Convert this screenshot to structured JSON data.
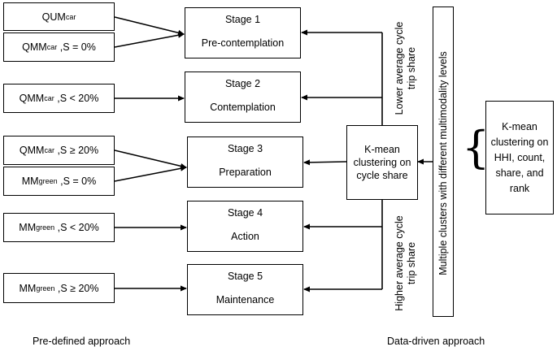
{
  "inputs": [
    {
      "base": "QUM",
      "sub": "car",
      "cond": ""
    },
    {
      "base": "QMM",
      "sub": "car",
      "cond": ",S = 0%"
    },
    {
      "base": "QMM",
      "sub": "car",
      "cond": ",S < 20%"
    },
    {
      "base": "QMM",
      "sub": "car",
      "cond": ",S ≥ 20%"
    },
    {
      "base": "MM",
      "sub": "green",
      "cond": ",S = 0%"
    },
    {
      "base": "MM",
      "sub": "green",
      "cond": ",S < 20%"
    },
    {
      "base": "MM",
      "sub": "green",
      "cond": ",S ≥ 20%"
    }
  ],
  "stages": [
    {
      "num": "Stage 1",
      "name": "Pre-contemplation"
    },
    {
      "num": "Stage 2",
      "name": "Contemplation"
    },
    {
      "num": "Stage 3",
      "name": "Preparation"
    },
    {
      "num": "Stage 4",
      "name": "Action"
    },
    {
      "num": "Stage 5",
      "name": "Maintenance"
    }
  ],
  "kmean_cycle": "K-mean clustering on cycle share",
  "lower_label_1": "Lower average cycle",
  "lower_label_2": "trip share",
  "higher_label_1": "Higher average cycle",
  "higher_label_2": "trip share",
  "clusters_label": "Multiple clusters with different multimodality levels",
  "kmean_hhi": "K-mean clustering on HHI, count, share, and rank",
  "brace": "{",
  "footer_left": "Pre-defined approach",
  "footer_right": "Data-driven approach"
}
